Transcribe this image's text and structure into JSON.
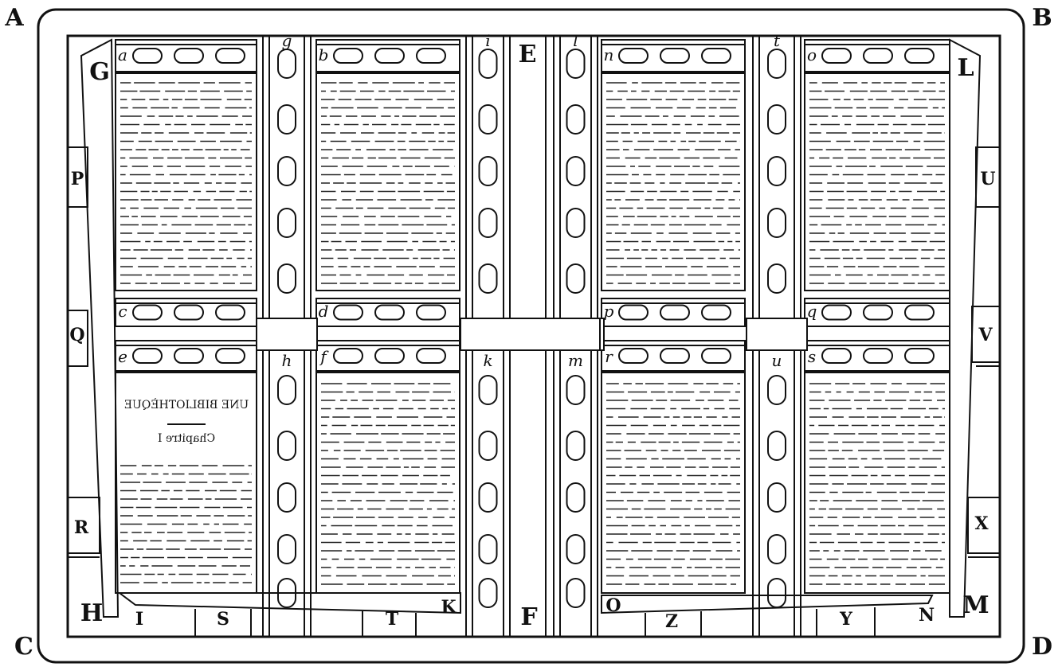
{
  "figure": {
    "corner_labels": [
      "A",
      "B",
      "C",
      "D"
    ],
    "frame_labels": {
      "G": "G",
      "L": "L",
      "H": "H",
      "M": "M",
      "E": "E",
      "F": "F"
    },
    "left_labels": [
      "P",
      "Q",
      "R"
    ],
    "right_labels": [
      "U",
      "V",
      "X"
    ],
    "bottom_labels": [
      "I",
      "S",
      "T",
      "K",
      "O",
      "Z",
      "Y",
      "N"
    ],
    "strip_labels_top": [
      "a",
      "b",
      "n",
      "o"
    ],
    "strip_labels_mid1": [
      "c",
      "d",
      "p",
      "q"
    ],
    "strip_labels_mid2": [
      "e",
      "f",
      "r",
      "s"
    ],
    "column_labels_top": [
      "g",
      "i",
      "l",
      "t"
    ],
    "column_labels_bottom": [
      "h",
      "k",
      "m",
      "u"
    ],
    "page_title": "UNE BIBLIOTHÈQUE",
    "page_chapter": "Chapitre I"
  }
}
